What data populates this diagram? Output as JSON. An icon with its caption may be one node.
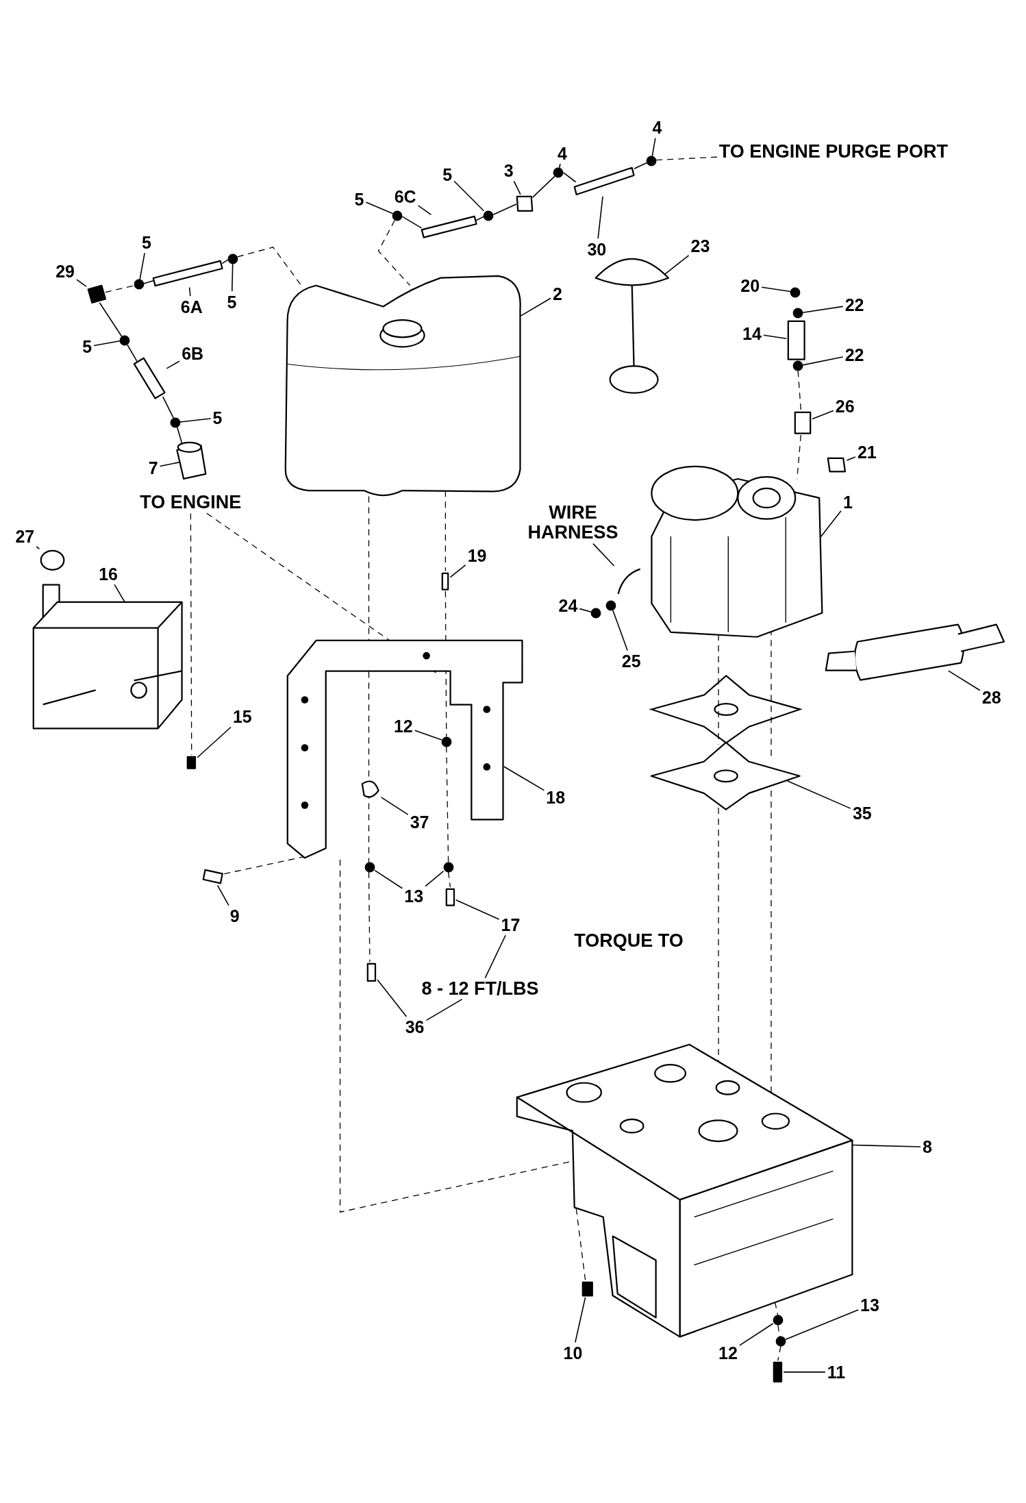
{
  "diagram": {
    "nodes": [
      {
        "text": [
          "4"
        ]
      },
      {
        "text": [
          "5"
        ]
      },
      {
        "text": [
          "6C"
        ]
      },
      {
        "text": [
          "5"
        ]
      },
      {
        "text": [
          "3"
        ]
      },
      {
        "text": [
          "4"
        ]
      },
      {
        "text": [
          "30"
        ]
      },
      {
        "text": [
          "23"
        ]
      },
      {
        "text": [
          "2"
        ]
      },
      {
        "text": [
          "5"
        ]
      },
      {
        "text": [
          "29"
        ]
      },
      {
        "text": [
          "6A"
        ]
      },
      {
        "text": [
          "5"
        ]
      },
      {
        "text": [
          "5"
        ]
      },
      {
        "text": [
          "6B"
        ]
      },
      {
        "text": [
          "5"
        ]
      },
      {
        "text": [
          "7"
        ]
      },
      {
        "text": [
          "20"
        ]
      },
      {
        "text": [
          "22"
        ]
      },
      {
        "text": [
          "14"
        ]
      },
      {
        "text": [
          "22"
        ]
      },
      {
        "text": [
          "26"
        ]
      },
      {
        "text": [
          "21"
        ]
      },
      {
        "text": [
          "1"
        ]
      },
      {
        "text": [
          "WIRE HARNESS"
        ]
      },
      {
        "text": [
          "19"
        ]
      },
      {
        "text": [
          "27"
        ]
      },
      {
        "text": [
          "16"
        ]
      },
      {
        "text": [
          "24"
        ]
      },
      {
        "text": [
          "25"
        ]
      },
      {
        "text": [
          "28"
        ]
      },
      {
        "text": [
          "15"
        ]
      },
      {
        "text": [
          "12"
        ]
      },
      {
        "text": [
          "18"
        ]
      },
      {
        "text": [
          "35"
        ]
      },
      {
        "text": [
          "37"
        ]
      },
      {
        "text": [
          "13"
        ]
      },
      {
        "text": [
          "9"
        ]
      },
      {
        "text": [
          "17"
        ]
      },
      {
        "text": [
          "TORQUE TO",
          "8 - 12 FT/LBS"
        ]
      },
      {
        "text": [
          "36"
        ]
      },
      {
        "text": [
          "8"
        ]
      },
      {
        "text": [
          "10"
        ]
      },
      {
        "text": [
          "12"
        ]
      },
      {
        "text": [
          "13"
        ]
      },
      {
        "text": [
          "11"
        ]
      },
      {
        "text": [],
        "shape": "circle"
      },
      {
        "text": [],
        "shape": "circle"
      },
      {
        "text": [],
        "shape": "bar"
      },
      {
        "text": [],
        "shape": "circle"
      },
      {
        "text": [],
        "shape": "box"
      },
      {
        "text": [],
        "shape": "circle"
      },
      {
        "text": [],
        "shape": "bar"
      },
      {
        "text": [],
        "shape": "picture"
      },
      {
        "text": [],
        "shape": "picture"
      },
      {
        "text": [],
        "shape": "circle"
      },
      {
        "text": [],
        "shape": "box"
      },
      {
        "text": [],
        "shape": "bar"
      },
      {
        "text": [],
        "shape": "circle"
      },
      {
        "text": [],
        "shape": "circle"
      },
      {
        "text": [],
        "shape": "bar"
      },
      {
        "text": [],
        "shape": "circle"
      },
      {
        "text": [],
        "shape": "cylinder"
      },
      {
        "text": [],
        "shape": "circle"
      },
      {
        "text": [],
        "shape": "circle"
      },
      {
        "text": [],
        "shape": "bar"
      },
      {
        "text": [],
        "shape": "circle"
      },
      {
        "text": [],
        "shape": "box"
      },
      {
        "text": [],
        "shape": "box"
      },
      {
        "text": [],
        "shape": "picture"
      },
      {
        "text": [],
        "shape": "picture"
      },
      {
        "text": [],
        "shape": "bar"
      },
      {
        "text": [],
        "shape": "circle"
      },
      {
        "text": [],
        "shape": "picture"
      },
      {
        "text": [],
        "shape": "circle"
      },
      {
        "text": [],
        "shape": "circle"
      },
      {
        "text": [],
        "shape": "picture"
      },
      {
        "text": [],
        "shape": "bar"
      },
      {
        "text": [],
        "shape": "picture"
      },
      {
        "text": [],
        "shape": "circle",
        "in": 78
      },
      {
        "text": [],
        "shape": "picture"
      },
      {
        "text": [],
        "shape": "box",
        "in": 78
      },
      {
        "text": [],
        "shape": "circle"
      },
      {
        "text": [],
        "shape": "circle"
      },
      {
        "text": [],
        "shape": "bar"
      },
      {
        "text": [],
        "shape": "bar"
      },
      {
        "text": [],
        "shape": "bar"
      },
      {
        "text": [],
        "shape": "picture"
      },
      {
        "text": [],
        "shape": "box"
      },
      {
        "text": [],
        "shape": "circle"
      },
      {
        "text": [],
        "shape": "circle"
      },
      {
        "text": [],
        "shape": "bar"
      },
      {
        "text": [
          "TO ENGINE PURGE PORT"
        ]
      },
      {
        "text": [
          "TO ENGINE"
        ]
      }
    ],
    "edges": [
      {
        "from": 0,
        "to": 46,
        "arrow": "none"
      },
      {
        "from": 1,
        "to": 47,
        "arrow": "none"
      },
      {
        "from": 2,
        "to": 48,
        "arrow": "none"
      },
      {
        "from": 3,
        "to": 49,
        "arrow": "none"
      },
      {
        "from": 4,
        "to": 50,
        "arrow": "none"
      },
      {
        "from": 5,
        "to": 51,
        "arrow": "none"
      },
      {
        "from": 6,
        "to": 52,
        "arrow": "none"
      },
      {
        "from": 7,
        "to": 53,
        "arrow": "none"
      },
      {
        "from": 8,
        "to": 54,
        "arrow": "none"
      },
      {
        "from": 9,
        "to": 55,
        "arrow": "none"
      },
      {
        "from": 10,
        "to": 56,
        "arrow": "none"
      },
      {
        "from": 11,
        "to": 57,
        "arrow": "none"
      },
      {
        "from": 12,
        "to": 58,
        "arrow": "none"
      },
      {
        "from": 13,
        "to": 59,
        "arrow": "none"
      },
      {
        "from": 14,
        "to": 60,
        "arrow": "none"
      },
      {
        "from": 15,
        "to": 61,
        "arrow": "none"
      },
      {
        "from": 16,
        "to": 62,
        "arrow": "none"
      },
      {
        "from": 17,
        "to": 63,
        "arrow": "none"
      },
      {
        "from": 18,
        "to": 64,
        "arrow": "none"
      },
      {
        "from": 19,
        "to": 65,
        "arrow": "none"
      },
      {
        "from": 20,
        "to": 66,
        "arrow": "none"
      },
      {
        "from": 21,
        "to": 67,
        "arrow": "none"
      },
      {
        "from": 22,
        "to": 68,
        "arrow": "none"
      },
      {
        "from": 23,
        "to": 69,
        "arrow": "none"
      },
      {
        "from": 24,
        "to": 70,
        "arrow": "none"
      },
      {
        "from": 25,
        "to": 71,
        "arrow": "none"
      },
      {
        "from": 26,
        "to": 72,
        "arrow": "none"
      },
      {
        "from": 27,
        "to": 73,
        "arrow": "none"
      },
      {
        "from": 28,
        "to": 74,
        "arrow": "none"
      },
      {
        "from": 29,
        "to": 75,
        "arrow": "none"
      },
      {
        "from": 30,
        "to": 76,
        "arrow": "none"
      },
      {
        "from": 31,
        "to": 77,
        "arrow": "none"
      },
      {
        "from": 32,
        "to": 79,
        "arrow": "none"
      },
      {
        "from": 33,
        "to": 78,
        "arrow": "none"
      },
      {
        "from": 34,
        "to": 80,
        "arrow": "none"
      },
      {
        "from": 35,
        "to": 81,
        "arrow": "none"
      },
      {
        "from": 36,
        "to": 82,
        "arrow": "none"
      },
      {
        "from": 36,
        "to": 83,
        "arrow": "none"
      },
      {
        "from": 37,
        "to": 84,
        "arrow": "none"
      },
      {
        "from": 38,
        "to": 85,
        "arrow": "none"
      },
      {
        "from": 39,
        "to": 38,
        "arrow": "none"
      },
      {
        "from": 39,
        "to": 40,
        "arrow": "none"
      },
      {
        "from": 40,
        "to": 86,
        "arrow": "none"
      },
      {
        "from": 41,
        "to": 87,
        "arrow": "none"
      },
      {
        "from": 42,
        "to": 88,
        "arrow": "none"
      },
      {
        "from": 43,
        "to": 89,
        "arrow": "none"
      },
      {
        "from": 44,
        "to": 90,
        "arrow": "none"
      },
      {
        "from": 45,
        "to": 91,
        "arrow": "none"
      },
      {
        "from": 56,
        "to": 55,
        "arrow": "none",
        "style": "dashed"
      },
      {
        "from": 58,
        "to": 54,
        "arrow": "none",
        "style": "dashed"
      },
      {
        "from": 47,
        "to": 54,
        "arrow": "none",
        "style": "dashed"
      },
      {
        "from": 46,
        "to": 92,
        "arrow": "none",
        "style": "dashed"
      },
      {
        "from": 93,
        "to": 77,
        "arrow": "none",
        "style": "dashed"
      },
      {
        "from": 93,
        "to": 78,
        "arrow": "none",
        "style": "dashed"
      },
      {
        "from": 54,
        "to": 82,
        "arrow": "none",
        "style": "dashed"
      },
      {
        "from": 82,
        "to": 86,
        "arrow": "none",
        "style": "dashed"
      },
      {
        "from": 54,
        "to": 71,
        "arrow": "none",
        "style": "dashed"
      },
      {
        "from": 71,
        "to": 79,
        "arrow": "none",
        "style": "dashed"
      },
      {
        "from": 79,
        "to": 83,
        "arrow": "none",
        "style": "dashed"
      },
      {
        "from": 83,
        "to": 85,
        "arrow": "none",
        "style": "dashed"
      },
      {
        "from": 66,
        "to": 67,
        "arrow": "none",
        "style": "dashed"
      },
      {
        "from": 67,
        "to": 69,
        "arrow": "none",
        "style": "dashed"
      },
      {
        "from": 69,
        "to": 80,
        "arrow": "none",
        "style": "dashed"
      },
      {
        "from": 80,
        "to": 87,
        "arrow": "none",
        "style": "dashed"
      },
      {
        "from": 69,
        "to": 80,
        "arrow": "none",
        "style": "dashed"
      },
      {
        "from": 80,
        "to": 87,
        "arrow": "none",
        "style": "dashed"
      },
      {
        "from": 87,
        "to": 89,
        "arrow": "none",
        "style": "dashed"
      },
      {
        "from": 89,
        "to": 90,
        "arrow": "none",
        "style": "dashed"
      },
      {
        "from": 90,
        "to": 91,
        "arrow": "none",
        "style": "dashed"
      },
      {
        "from": 84,
        "to": 78,
        "arrow": "none",
        "style": "dashed"
      },
      {
        "from": 78,
        "to": 87,
        "arrow": "none",
        "style": "dashed"
      },
      {
        "from": 87,
        "to": 88,
        "arrow": "none",
        "style": "dashed"
      },
      {
        "from": 56,
        "to": 59,
        "arrow": "none"
      },
      {
        "from": 59,
        "to": 60,
        "arrow": "none"
      },
      {
        "from": 60,
        "to": 61,
        "arrow": "none"
      },
      {
        "from": 61,
        "to": 62,
        "arrow": "none"
      },
      {
        "from": 55,
        "to": 57,
        "arrow": "none"
      },
      {
        "from": 57,
        "to": 58,
        "arrow": "none"
      },
      {
        "from": 47,
        "to": 48,
        "arrow": "none"
      },
      {
        "from": 48,
        "to": 49,
        "arrow": "none"
      },
      {
        "from": 49,
        "to": 50,
        "arrow": "none"
      },
      {
        "from": 50,
        "to": 51,
        "arrow": "none"
      },
      {
        "from": 51,
        "to": 52,
        "arrow": "none"
      },
      {
        "from": 52,
        "to": 46,
        "arrow": "none"
      }
    ]
  }
}
